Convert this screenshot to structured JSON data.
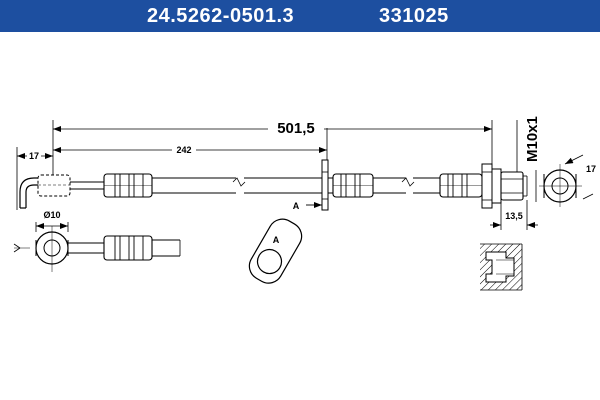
{
  "header": {
    "part_number": "24.5262-0501.3",
    "reference_number": "331025",
    "background": "#1d4fa0"
  },
  "dimensions": {
    "overall_length": "501,5",
    "section_length": "242",
    "end_offset": "17",
    "fitting_diameter": "Ø10",
    "thread": "M10x1",
    "nut_length": "13,5",
    "nut_width": "17"
  },
  "labels": {
    "view_a": "A",
    "view_a_detail": "A"
  }
}
